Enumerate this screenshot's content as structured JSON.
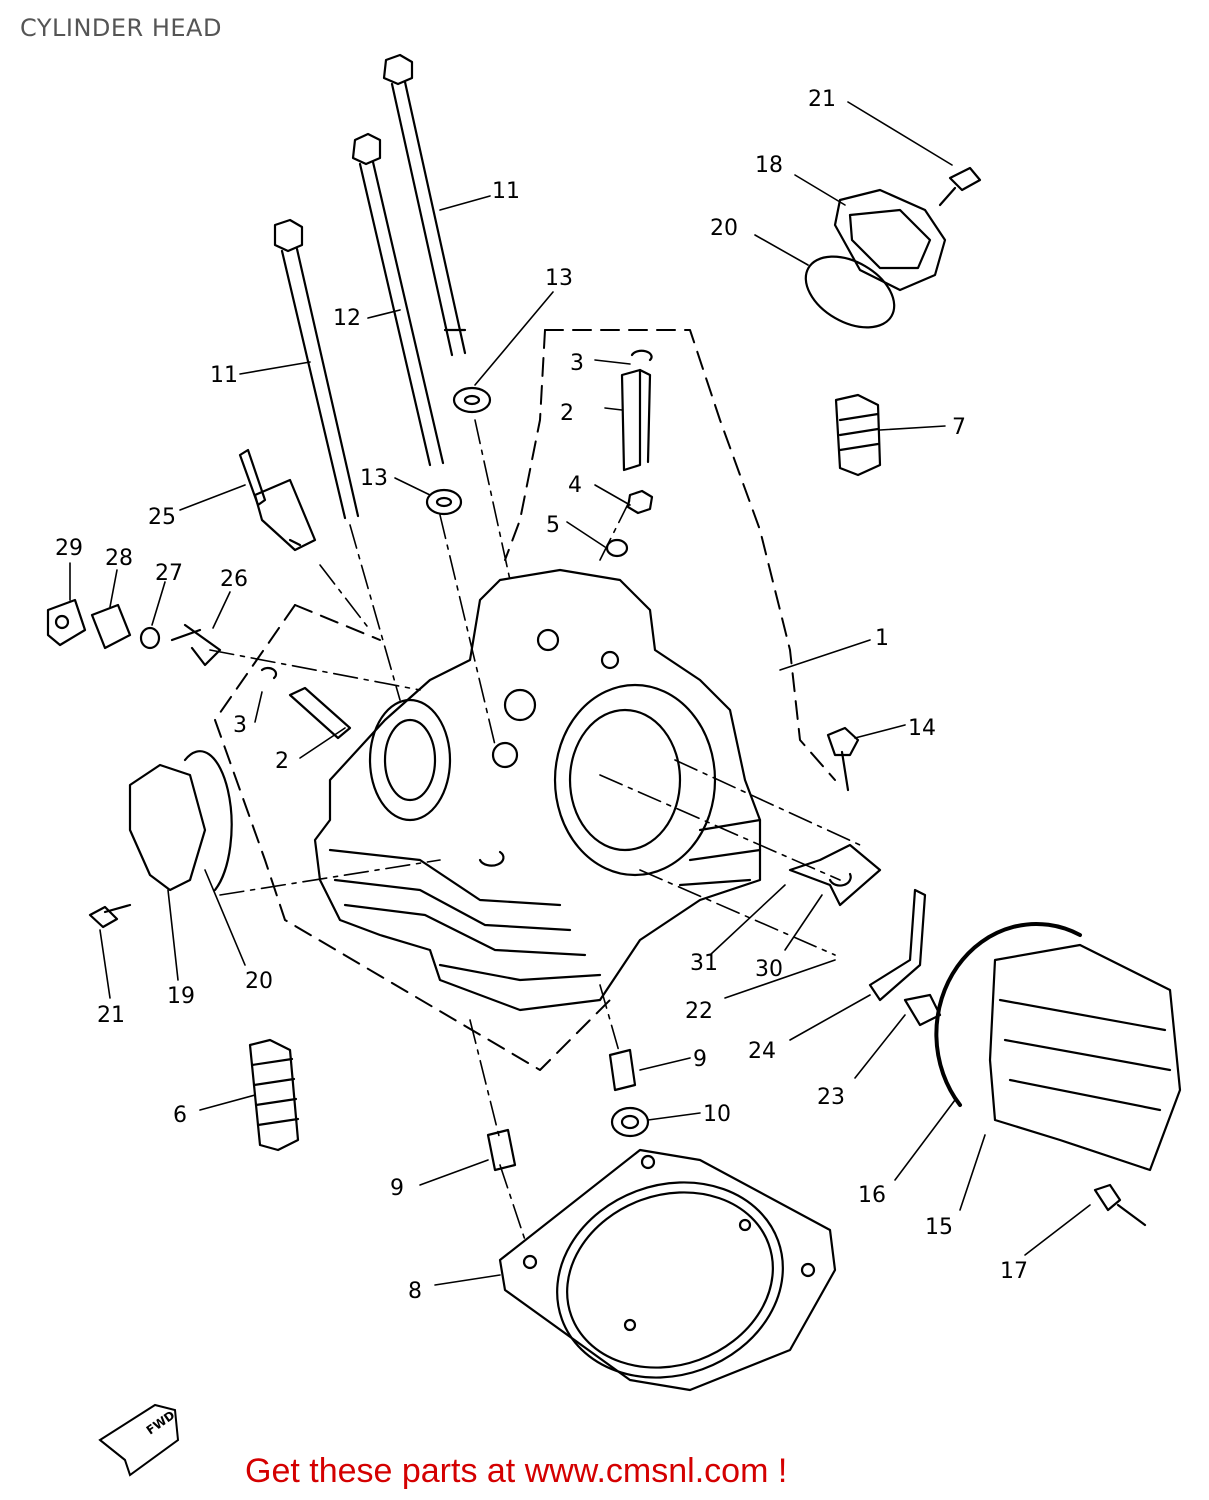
{
  "title": "CYLINDER HEAD",
  "footer": {
    "text": "Get these parts at www.cmsnl.com !",
    "color": "#d40000"
  },
  "fwd_marker": "FWD",
  "callouts": [
    {
      "id": "c1",
      "label": "1"
    },
    {
      "id": "c2a",
      "label": "2"
    },
    {
      "id": "c2b",
      "label": "2"
    },
    {
      "id": "c3a",
      "label": "3"
    },
    {
      "id": "c3b",
      "label": "3"
    },
    {
      "id": "c4",
      "label": "4"
    },
    {
      "id": "c5",
      "label": "5"
    },
    {
      "id": "c6",
      "label": "6"
    },
    {
      "id": "c7",
      "label": "7"
    },
    {
      "id": "c8",
      "label": "8"
    },
    {
      "id": "c9a",
      "label": "9"
    },
    {
      "id": "c9b",
      "label": "9"
    },
    {
      "id": "c10",
      "label": "10"
    },
    {
      "id": "c11a",
      "label": "11"
    },
    {
      "id": "c11b",
      "label": "11"
    },
    {
      "id": "c12",
      "label": "12"
    },
    {
      "id": "c13a",
      "label": "13"
    },
    {
      "id": "c13b",
      "label": "13"
    },
    {
      "id": "c14",
      "label": "14"
    },
    {
      "id": "c15",
      "label": "15"
    },
    {
      "id": "c16",
      "label": "16"
    },
    {
      "id": "c17",
      "label": "17"
    },
    {
      "id": "c18",
      "label": "18"
    },
    {
      "id": "c19",
      "label": "19"
    },
    {
      "id": "c20a",
      "label": "20"
    },
    {
      "id": "c20b",
      "label": "20"
    },
    {
      "id": "c21a",
      "label": "21"
    },
    {
      "id": "c21b",
      "label": "21"
    },
    {
      "id": "c22",
      "label": "22"
    },
    {
      "id": "c23",
      "label": "23"
    },
    {
      "id": "c24",
      "label": "24"
    },
    {
      "id": "c25",
      "label": "25"
    },
    {
      "id": "c26",
      "label": "26"
    },
    {
      "id": "c27",
      "label": "27"
    },
    {
      "id": "c28",
      "label": "28"
    },
    {
      "id": "c29",
      "label": "29"
    },
    {
      "id": "c30",
      "label": "30"
    },
    {
      "id": "c31",
      "label": "31"
    }
  ]
}
